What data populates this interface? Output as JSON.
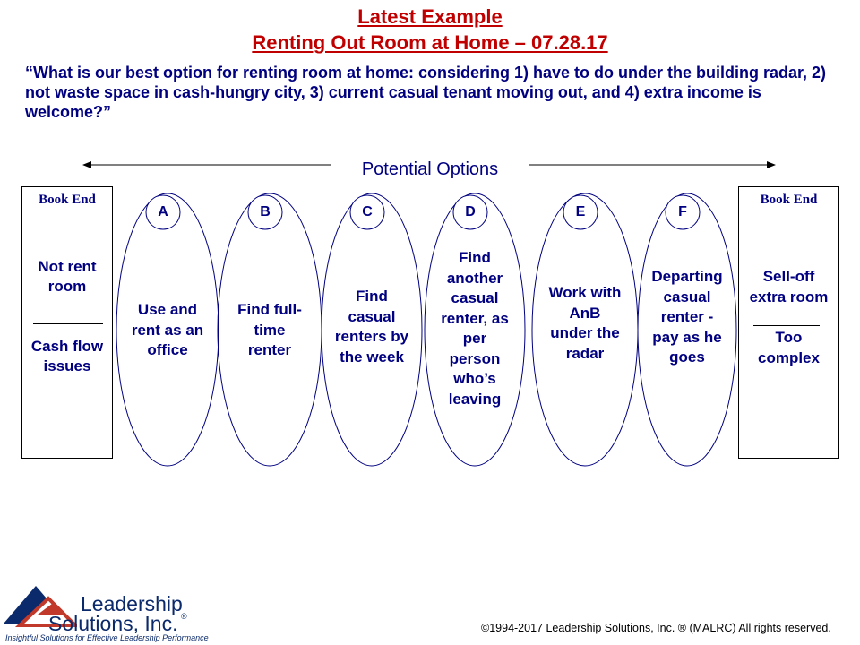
{
  "header": {
    "title_line1": "Latest Example",
    "title_line2": "Renting Out Room at Home – 07.28.17"
  },
  "question": "“What is our best option for renting room at home: considering 1) have to do under the building radar, 2) not waste space in cash-hungry city, 3) current casual tenant moving out, and 4) extra income is welcome?”",
  "potential_options_label": "Potential Options",
  "bookend_left": {
    "title": "Book End",
    "top_text": [
      "Not rent",
      "room"
    ],
    "bottom_text": [
      "Cash flow",
      "issues"
    ]
  },
  "bookend_right": {
    "title": "Book End",
    "top_text": [
      "Sell-off",
      "extra room"
    ],
    "bottom_text": [
      "Too",
      "complex"
    ]
  },
  "options": [
    {
      "letter": "A",
      "lines": [
        "Use and",
        "rent as an",
        "office"
      ]
    },
    {
      "letter": "B",
      "lines": [
        "Find full-",
        "time",
        "renter"
      ]
    },
    {
      "letter": "C",
      "lines": [
        "Find",
        "casual",
        "renters by",
        "the week"
      ]
    },
    {
      "letter": "D",
      "lines": [
        "Find",
        "another",
        "casual",
        "renter, as",
        "per",
        "person",
        "who’s",
        "leaving"
      ]
    },
    {
      "letter": "E",
      "lines": [
        "Work with",
        "AnB",
        "under the",
        "radar"
      ]
    },
    {
      "letter": "F",
      "lines": [
        "Departing",
        "casual",
        "renter -",
        "pay as he",
        "goes"
      ]
    }
  ],
  "logo": {
    "line1": "Leadership",
    "line2": "Solutions, Inc.",
    "registered": "®",
    "tagline": "Insightful Solutions for Effective Leadership Performance",
    "colors": {
      "blue": "#0b2a6b",
      "red": "#c0392b"
    }
  },
  "footer": {
    "copyright": "©1994-2017  Leadership Solutions, Inc. ® (MALRC)  All rights reserved."
  },
  "colors": {
    "title": "#c00000",
    "text": "#000080"
  }
}
